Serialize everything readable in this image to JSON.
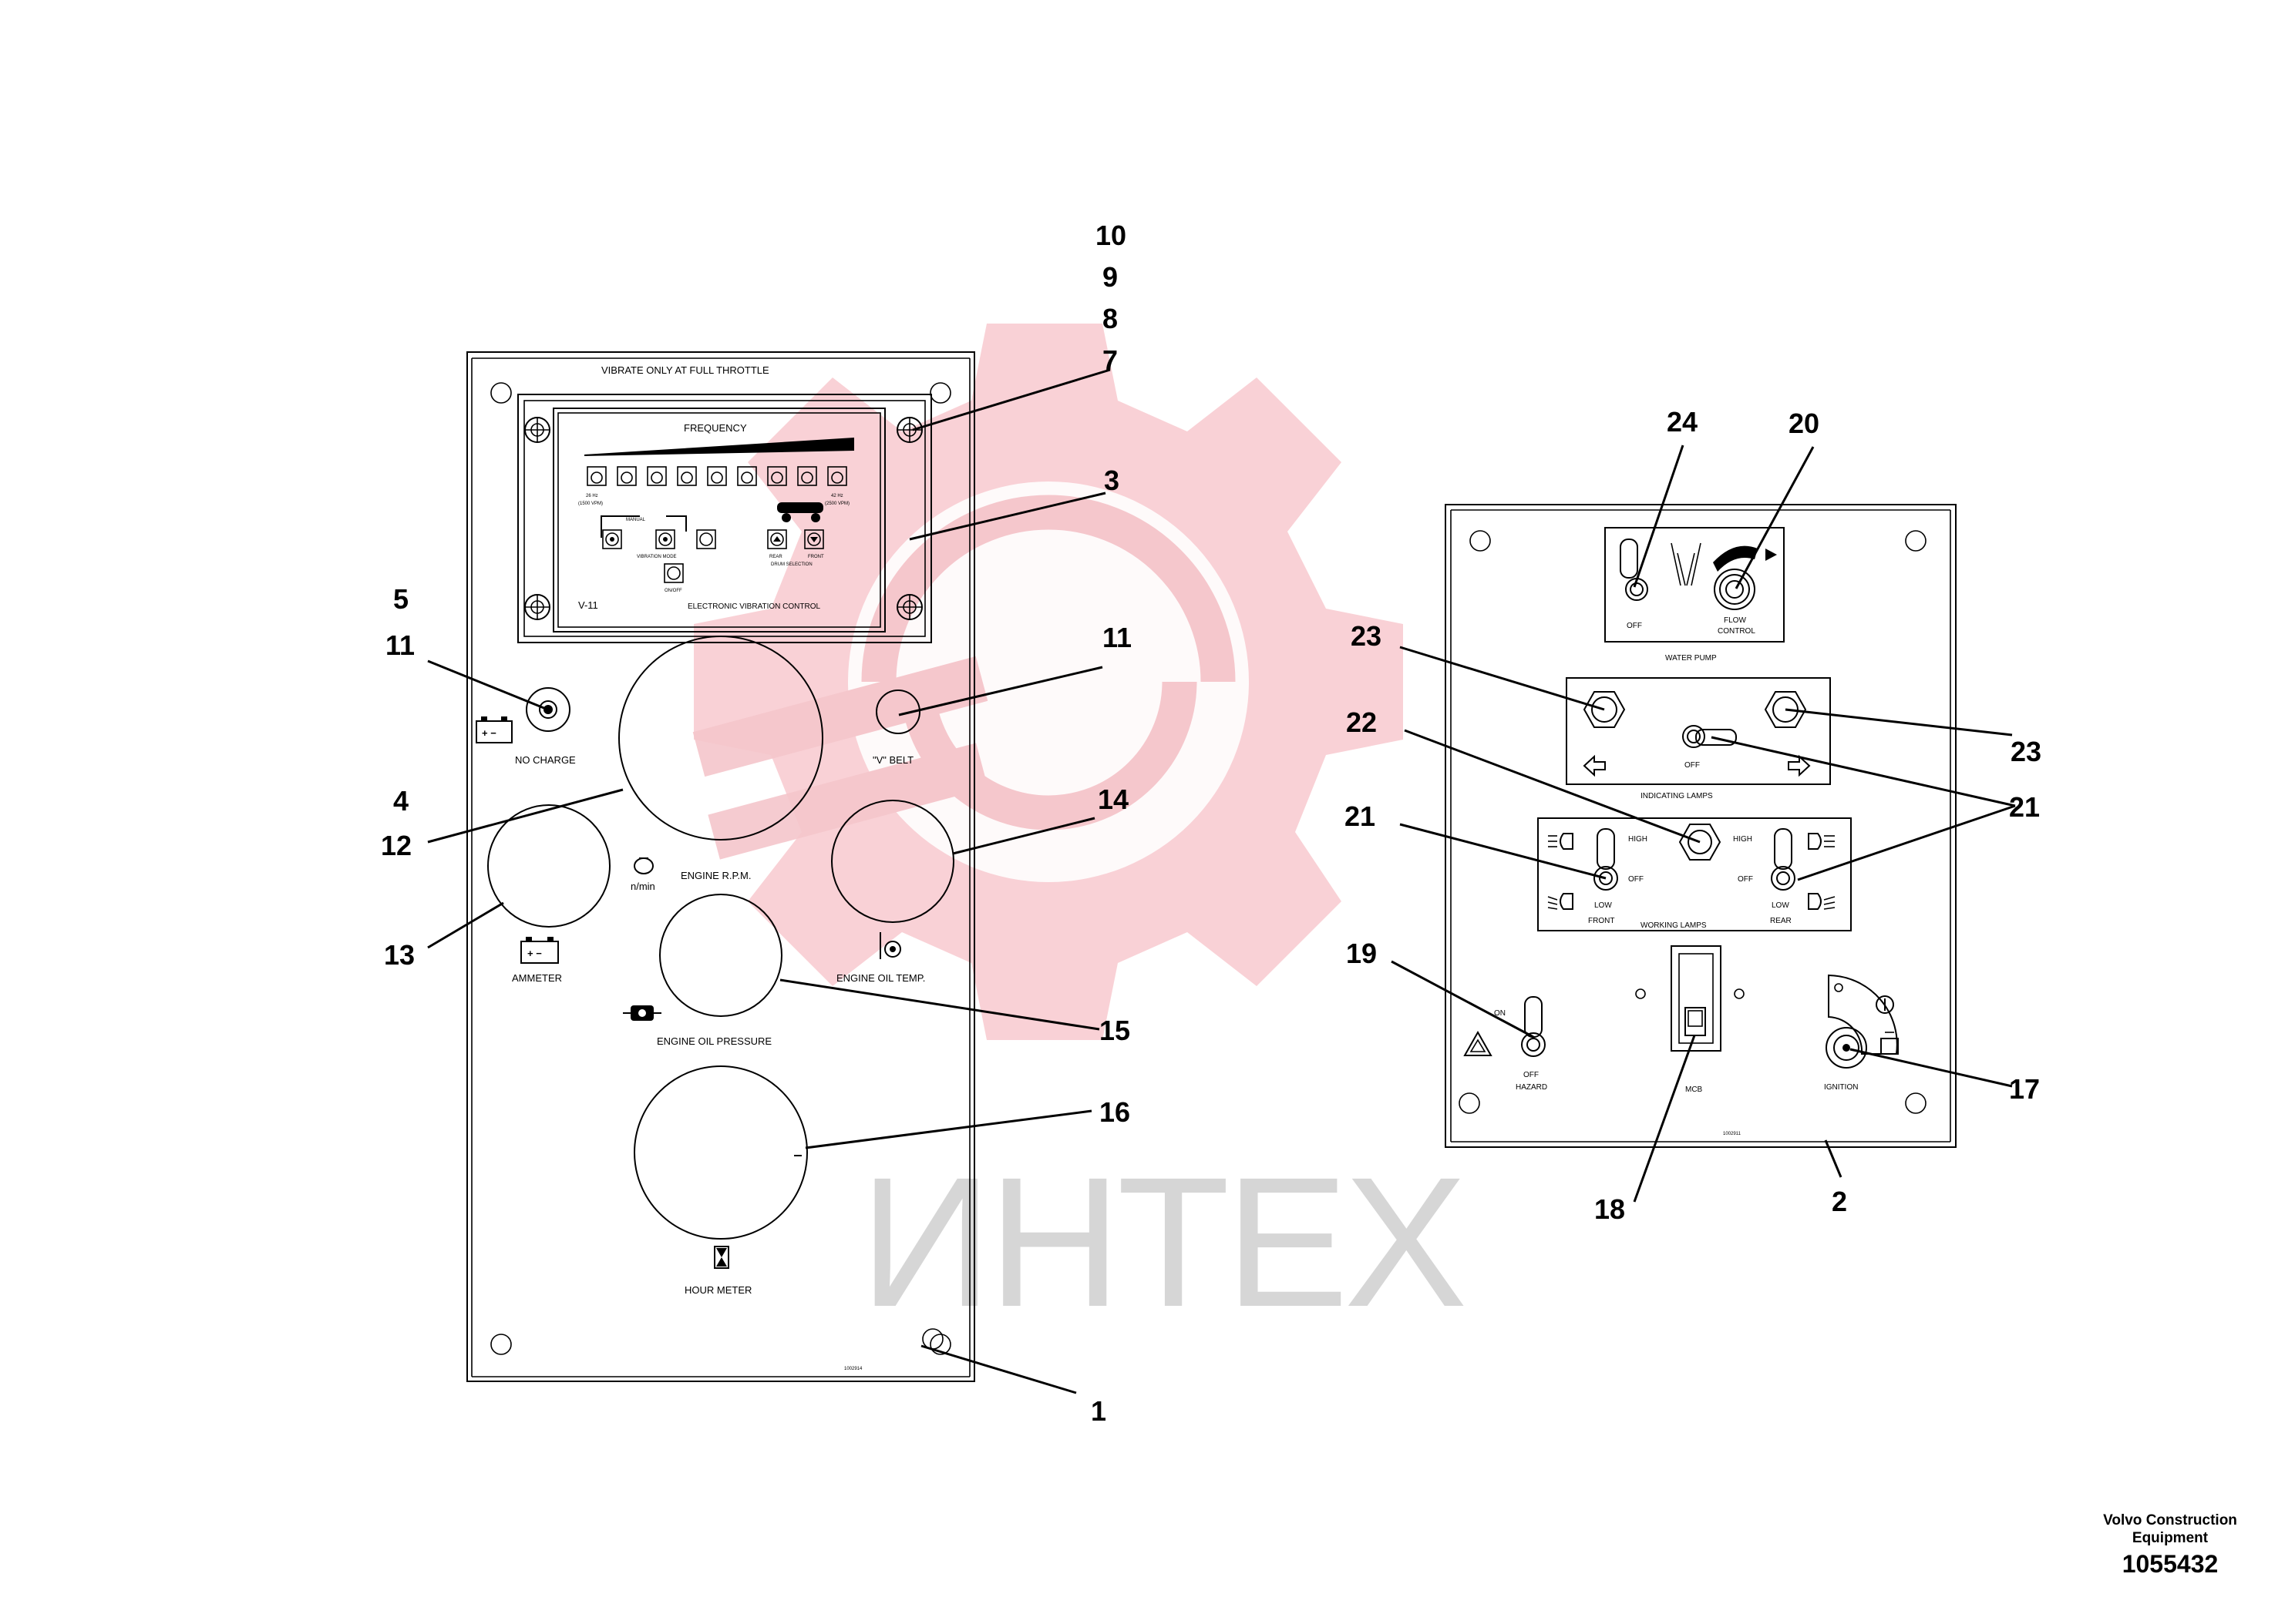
{
  "panel1": {
    "top_label": "VIBRATE ONLY AT FULL THROTTLE",
    "evc": {
      "title": "FREQUENCY",
      "hz_low": "26 Hz",
      "vpm_low": "(1500 VPM)",
      "hz_high": "42 Hz",
      "vpm_high": "(2500 VPM)",
      "manual": "MANUAL",
      "vibration_mode": "VIBRATION MODE",
      "on_off": "ON/OFF",
      "rear": "REAR",
      "front": "FRONT",
      "drum_selection": "DRUM SELECTION",
      "model": "V-11",
      "name": "ELECTRONIC VIBRATION CONTROL"
    },
    "no_charge": "NO CHARGE",
    "v_belt": "\"V\" BELT",
    "rpm_unit": "n/min",
    "engine_rpm": "ENGINE R.P.M.",
    "ammeter": "AMMETER",
    "oil_temp": "ENGINE OIL TEMP.",
    "oil_pressure": "ENGINE OIL PRESSURE",
    "hour_meter": "HOUR METER",
    "part_no": "1002914"
  },
  "panel2": {
    "pump_off": "OFF",
    "flow": "FLOW",
    "control": "CONTROL",
    "water_pump": "WATER PUMP",
    "ind_off": "OFF",
    "indicating_lamps": "INDICATING LAMPS",
    "high_left": "HIGH",
    "off_left": "OFF",
    "low_left": "LOW",
    "front": "FRONT",
    "high_right": "HIGH",
    "off_right": "OFF",
    "low_right": "LOW",
    "rear": "REAR",
    "working_lamps": "WORKING LAMPS",
    "on": "ON",
    "hazard_off": "OFF",
    "hazard": "HAZARD",
    "mcb": "MCB",
    "ignition": "IGNITION",
    "part_no": "1002911"
  },
  "callouts": {
    "c10": "10",
    "c9": "9",
    "c8": "8",
    "c7": "7",
    "c3": "3",
    "c5": "5",
    "c11a": "11",
    "c11b": "11",
    "c4": "4",
    "c12": "12",
    "c14": "14",
    "c13": "13",
    "c15": "15",
    "c16": "16",
    "c1": "1",
    "c24": "24",
    "c20": "20",
    "c23a": "23",
    "c23b": "23",
    "c22": "22",
    "c21a": "21",
    "c21b": "21",
    "c19": "19",
    "c17": "17",
    "c18": "18",
    "c2": "2"
  },
  "watermark": "ИНТЕХ",
  "footer": {
    "company_line1": "Volvo Construction",
    "company_line2": "Equipment",
    "doc_number": "1055432"
  }
}
